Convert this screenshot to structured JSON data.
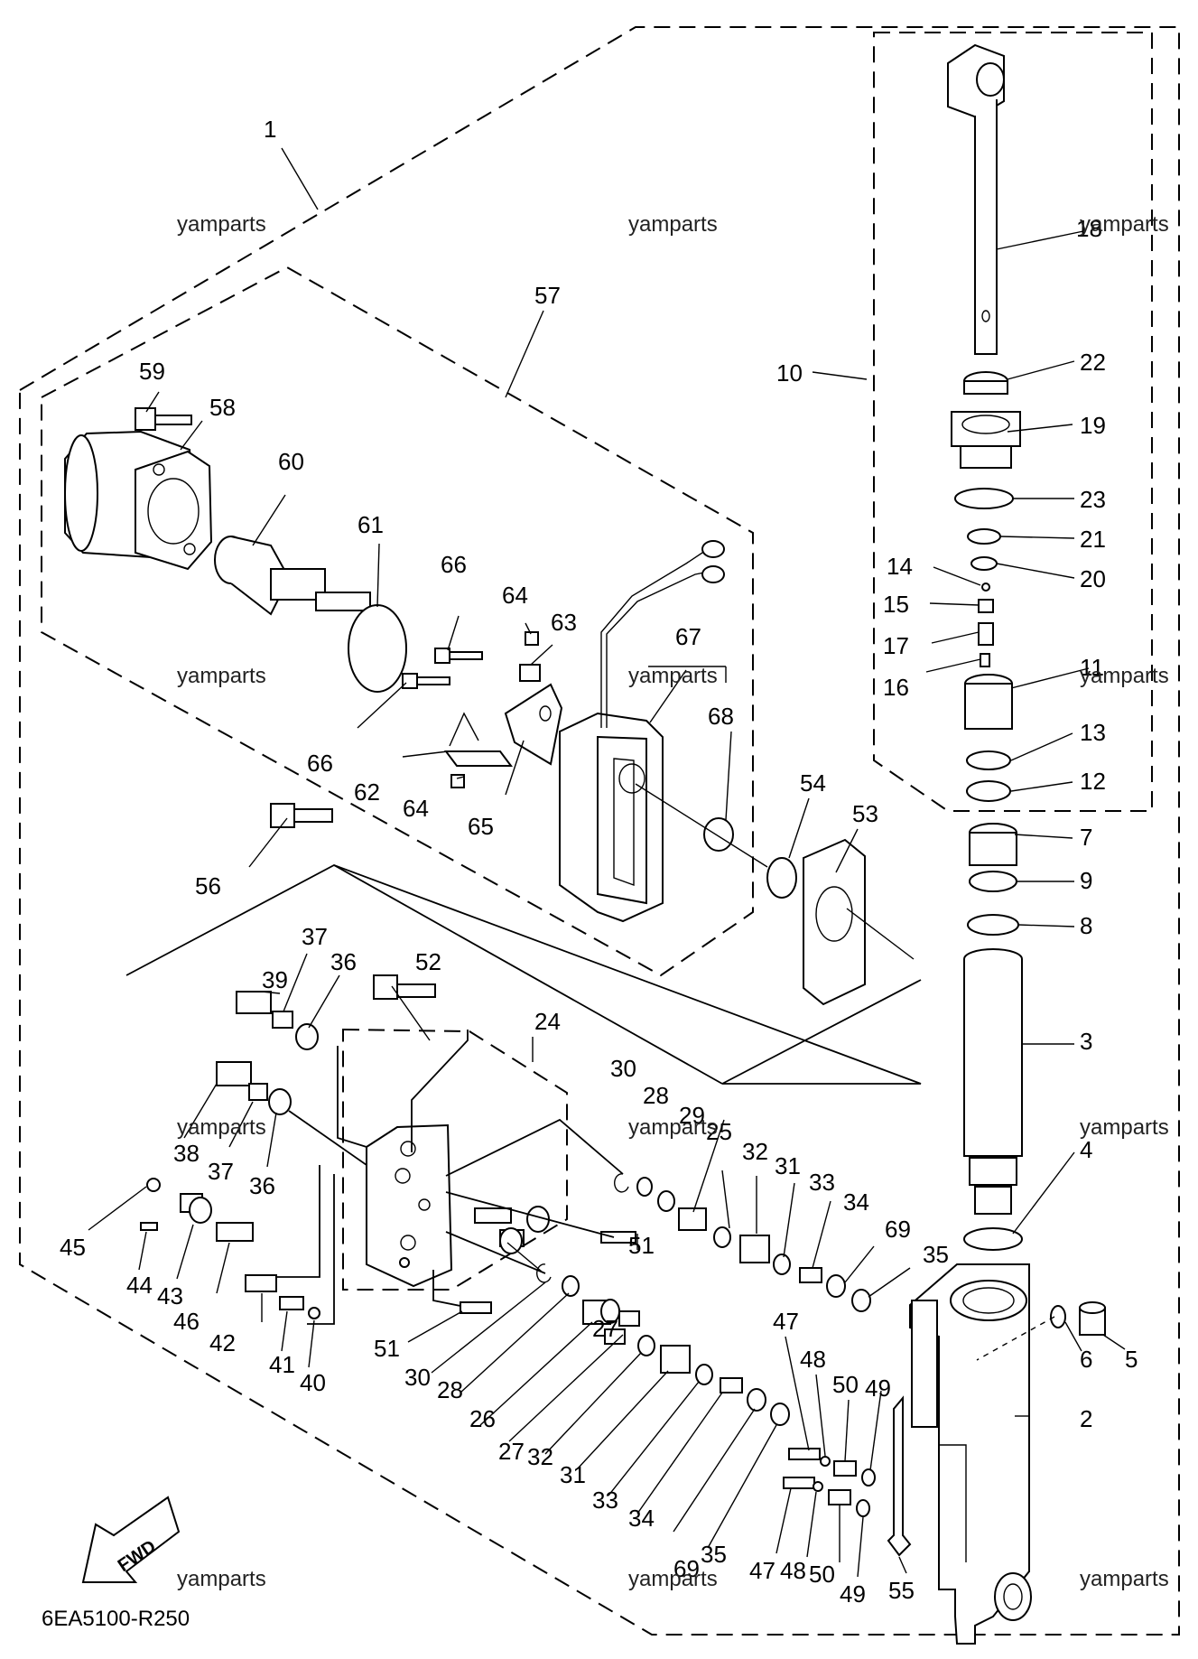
{
  "diagram": {
    "code": "6EA5100-R250",
    "fwd_label": "FWD",
    "watermark": "yamparts",
    "callouts": [
      "1",
      "2",
      "3",
      "4",
      "5",
      "6",
      "7",
      "8",
      "9",
      "10",
      "11",
      "12",
      "13",
      "14",
      "15",
      "16",
      "17",
      "18",
      "19",
      "20",
      "21",
      "22",
      "23",
      "24",
      "25",
      "26",
      "27",
      "27",
      "28",
      "28",
      "29",
      "30",
      "30",
      "31",
      "31",
      "32",
      "32",
      "33",
      "33",
      "34",
      "34",
      "35",
      "35",
      "36",
      "36",
      "37",
      "37",
      "38",
      "39",
      "40",
      "41",
      "42",
      "43",
      "44",
      "45",
      "46",
      "47",
      "47",
      "48",
      "48",
      "49",
      "49",
      "50",
      "50",
      "51",
      "51",
      "52",
      "53",
      "54",
      "55",
      "56",
      "57",
      "58",
      "59",
      "60",
      "61",
      "62",
      "63",
      "64",
      "64",
      "65",
      "66",
      "66",
      "67",
      "68",
      "69",
      "69"
    ]
  }
}
